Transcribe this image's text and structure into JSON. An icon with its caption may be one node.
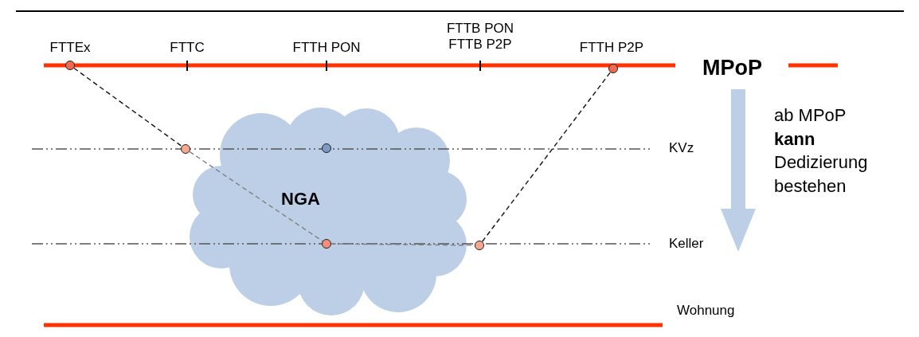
{
  "diagram": {
    "nodes": [
      {
        "text": [],
        "shape": "circle"
      },
      {
        "text": [],
        "shape": "circle"
      },
      {
        "text": [
          "NGA"
        ]
      },
      {
        "text": [],
        "shape": "circle"
      },
      {
        "text": [],
        "shape": "circle",
        "in": 2
      },
      {
        "text": [],
        "shape": "circle",
        "in": 2
      },
      {
        "text": [],
        "shape": "circle"
      }
    ],
    "edges": [
      {
        "from": 0,
        "to": 3,
        "arrow": "none",
        "style": "dashed"
      },
      {
        "from": 3,
        "to": 5,
        "arrow": "none",
        "style": "dashed",
        "color": "#808080"
      },
      {
        "from": 5,
        "to": 6,
        "arrow": "none",
        "style": "dashed",
        "color": "#808080"
      },
      {
        "from": 6,
        "to": 1,
        "arrow": "none",
        "style": "dashed"
      }
    ],
    "labels": [
      "FTTEx",
      "FTTC",
      "FTTH PON",
      "FTTB PON FTTB P2P",
      "FTTH P2P",
      "MPoP",
      "ab MPoP **kann** Dedizierung bestehen",
      "KVz",
      "Keller",
      "Wohnung"
    ]
  }
}
